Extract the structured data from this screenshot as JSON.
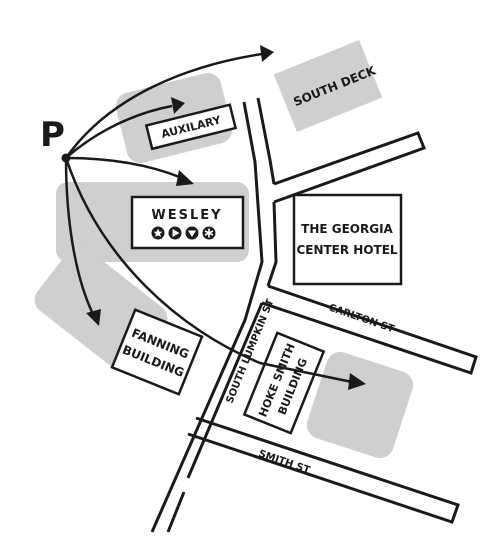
{
  "parking": {
    "label": "P"
  },
  "buildings": {
    "south_deck": "SOUTH DECK",
    "auxilary": "AUXILARY",
    "wesley": "WESLEY",
    "georgia_center_line1": "THE GEORGIA",
    "georgia_center_line2": "CENTER HOTEL",
    "fanning_line1": "FANNING",
    "fanning_line2": "BUILDING",
    "hoke_smith_line1": "HOKE SMITH",
    "hoke_smith_line2": "BUILDING"
  },
  "streets": {
    "south_lumpkin": "SOUTH LUMPKIN ST",
    "carlton": "CARLTON ST",
    "smith": "SMITH ST"
  },
  "wesley_symbols": [
    "star-in-circle-icon",
    "play-in-circle-icon",
    "down-triangle-in-circle-icon",
    "asterisk-in-circle-icon"
  ],
  "colors": {
    "ink": "#1a1a1a",
    "zone": "#cfcfcf",
    "background": "#ffffff"
  }
}
